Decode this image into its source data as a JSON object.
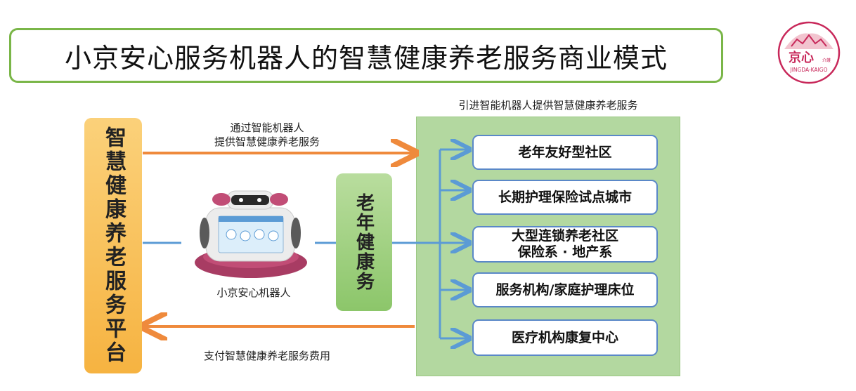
{
  "title": "小京安心服务机器人的智慧健康养老服务商业模式",
  "logo": {
    "text": "京心",
    "subtext": "介護",
    "brand": "JINGDA-KAIGO"
  },
  "platform": {
    "label": "智慧健康养老服务平台"
  },
  "elder_box": {
    "label": "老年健康务"
  },
  "robot": {
    "caption": "小京安心机器人"
  },
  "arrows": {
    "top_label": "通过智能机器人\n提供智慧健康养老服务",
    "bottom_label": "支付智慧健康养老服务费用"
  },
  "panel_header": "引进智能机器人提供智慧健康养老服务",
  "services": [
    {
      "line1": "老年友好型社区",
      "line2": ""
    },
    {
      "line1": "长期护理保险试点城市",
      "line2": ""
    },
    {
      "line1": "大型连锁养老社区",
      "line2": "保险系 · 地产系"
    },
    {
      "line1": "服务机构/家庭护理床位",
      "line2": ""
    },
    {
      "line1": "医疗机构康复中心",
      "line2": ""
    }
  ],
  "colors": {
    "orange": "#ef8a3c",
    "blue": "#5b9bd5",
    "green_border": "#7ab648",
    "logo": "#c8285a"
  }
}
